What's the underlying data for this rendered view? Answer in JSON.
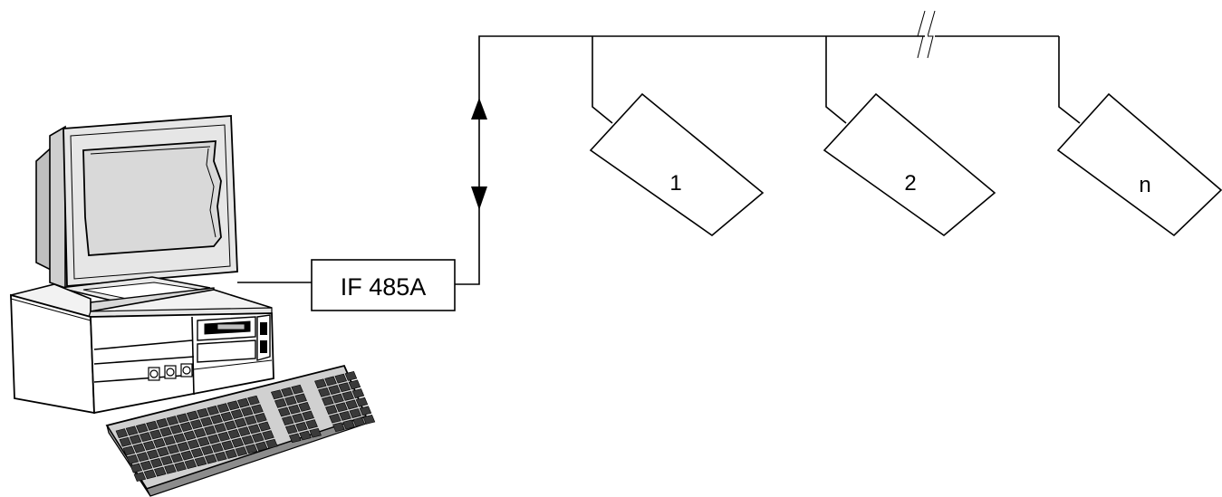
{
  "interface_box": {
    "label": "IF 485A"
  },
  "devices": [
    {
      "label": "1"
    },
    {
      "label": "2"
    },
    {
      "label": "n"
    }
  ],
  "colors": {
    "stroke": "#000000",
    "screen": "#d9d9d9",
    "casing": "#ffffff",
    "shade": "#bfbfbf"
  }
}
